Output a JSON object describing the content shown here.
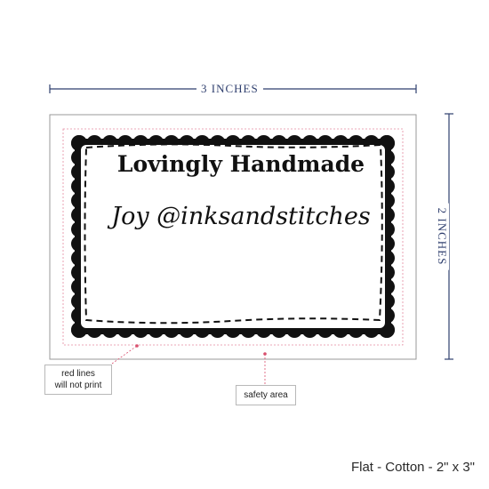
{
  "dimensions": {
    "width_label": "3 INCHES",
    "height_label": "2 INCHES",
    "line_color": "#2f3f6e"
  },
  "label": {
    "line1": "Lovingly Handmade",
    "line2": "Joy @inksandstitches",
    "border_color": "#111111",
    "bleed_line_color": "#e58aa0"
  },
  "callouts": {
    "red_lines_line1": "red lines",
    "red_lines_line2": "will not print",
    "safety_area": "safety area",
    "pointer_color": "#d9506e"
  },
  "product": {
    "caption": "Flat - Cotton - 2\" x 3\""
  }
}
